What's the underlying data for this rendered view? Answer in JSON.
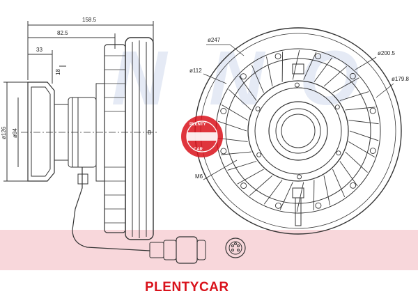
{
  "dimensions": {
    "overall_length": "158.5",
    "hub_length": "82.5",
    "flange_offset": "33",
    "small_width": "18",
    "dia_126": "ø126",
    "dia_94": "ø94",
    "center_mark": "B",
    "outer_dia": "ø247",
    "dia_200": "ø200.5",
    "dia_179": "ø179.8",
    "dia_112": "ø112",
    "thread": "M6"
  },
  "brand": {
    "name": "PLENTYCAR",
    "color": "#d9121b"
  },
  "colors": {
    "watermark_red": "#f6c9cf",
    "watermark_blue": "#dfe6f3",
    "stamp": "#d9121b",
    "line": "#333333"
  }
}
